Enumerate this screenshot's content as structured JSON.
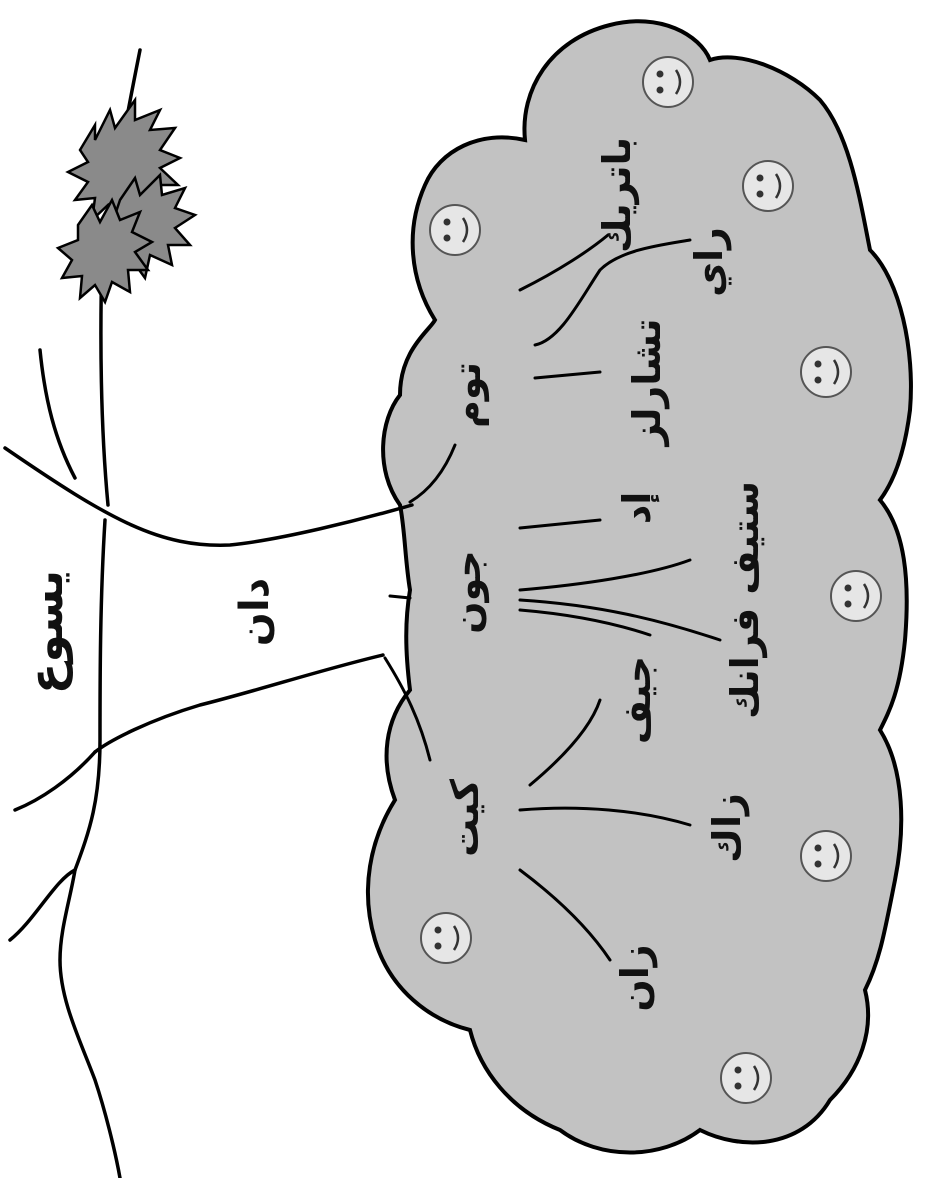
{
  "diagram": {
    "root_label": "يسوع",
    "trunk_label": "دان",
    "crown_labels": {
      "tom": "توم",
      "john": "جون",
      "kate": "كيت",
      "patrick": "باتريك",
      "charles": "تشارلز",
      "ed": "إد",
      "ray": "راي",
      "steve_frank": "ستيف فرانك",
      "jeff": "جيف",
      "zak": "زاك",
      "zan": "زان"
    },
    "smiley_count": 8,
    "colors": {
      "crown_fill": "#c2c2c2",
      "outline": "#000000",
      "smiley_fill": "#e6e6e6",
      "burr_fill": "#8a8a8a"
    },
    "icons": [
      "smiley-face-icon",
      "spiky-burr-icon"
    ]
  }
}
